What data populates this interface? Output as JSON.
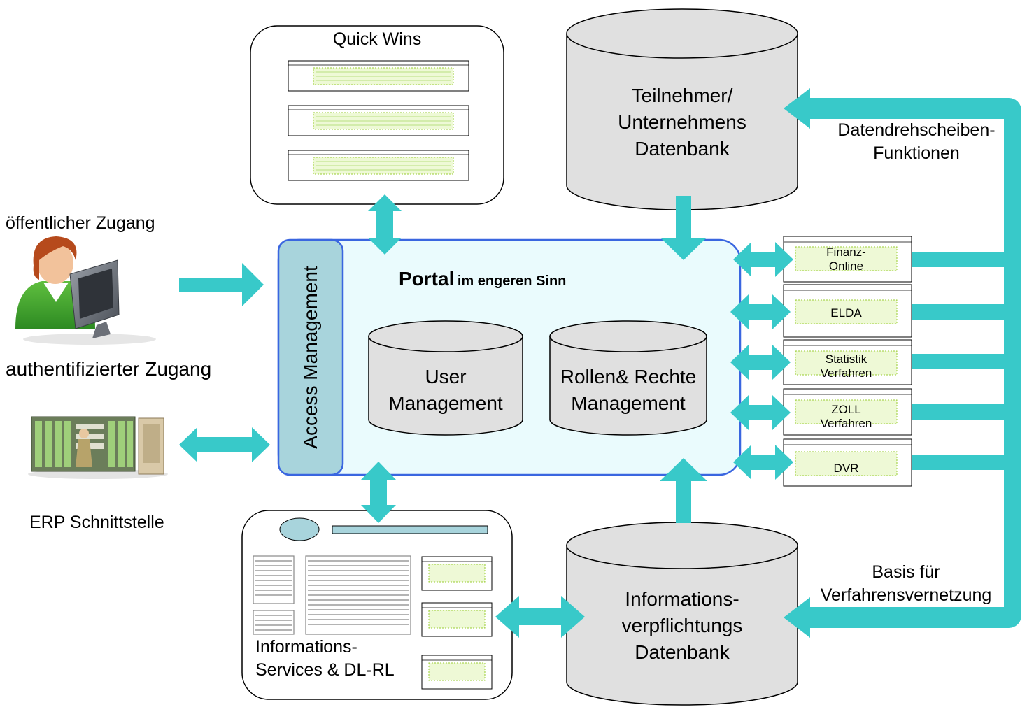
{
  "quick_wins": {
    "title": "Quick Wins"
  },
  "teilnehmer_db": {
    "line1": "Teilnehmer/",
    "line2": "Unternehmens",
    "line3": "Datenbank"
  },
  "datendrehscheibe": {
    "line1": "Datendrehscheiben-",
    "line2": "Funktionen"
  },
  "public_access": {
    "label": "öffentlicher Zugang"
  },
  "authenticated_access": {
    "label": "authentifizierter Zugang"
  },
  "erp": {
    "label": "ERP Schnittstelle"
  },
  "access_management": {
    "label": "Access Management"
  },
  "portal": {
    "title": "Portal",
    "subtitle": "im engeren Sinn"
  },
  "user_management": {
    "line1": "User",
    "line2": "Management"
  },
  "rollen_rechte": {
    "line1": "Rollen& Rechte",
    "line2": "Management"
  },
  "procedures": [
    {
      "line1": "Finanz-",
      "line2": "Online"
    },
    {
      "line1": "ELDA",
      "line2": ""
    },
    {
      "line1": "Statistik",
      "line2": "Verfahren"
    },
    {
      "line1": "ZOLL",
      "line2": "Verfahren"
    },
    {
      "line1": "DVR",
      "line2": ""
    }
  ],
  "info_services": {
    "line1": "Informations-",
    "line2": "Services & DL-RL"
  },
  "info_db": {
    "line1": "Informations-",
    "line2": "verpflichtungs",
    "line3": "Datenbank"
  },
  "basis": {
    "line1": "Basis für",
    "line2": "Verfahrensvernetzung"
  },
  "colors": {
    "arrow": "#38c9c9",
    "portal_fill": "#eafbfd",
    "portal_border": "#3a66e0",
    "access_fill": "#a8d4dc",
    "cylinder": "#e0e0e0",
    "screen_inner": "#e6f7c6"
  }
}
